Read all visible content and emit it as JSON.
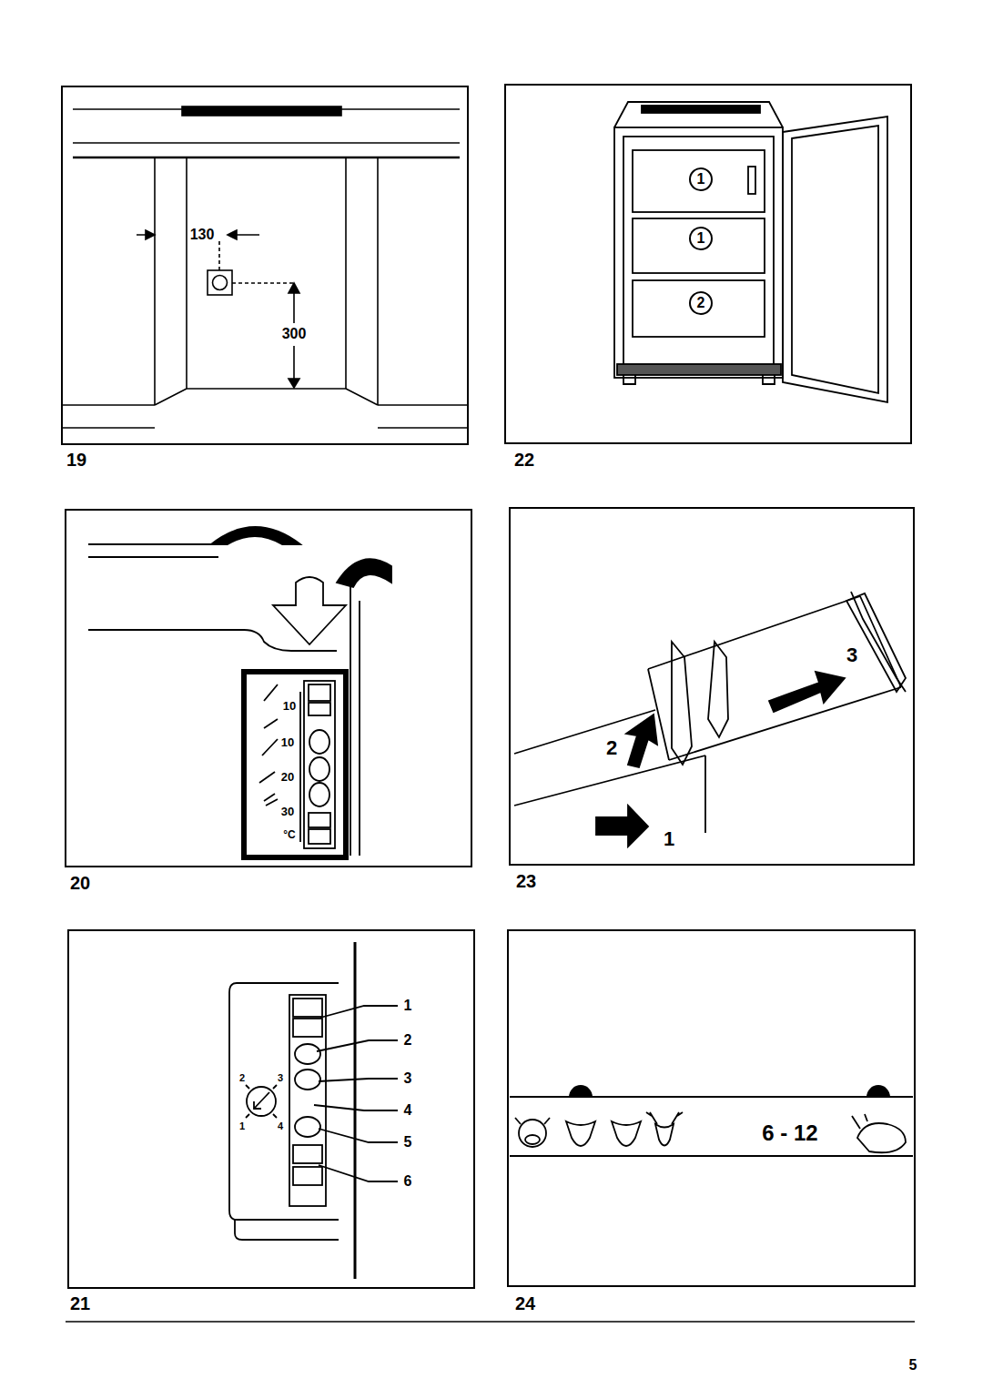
{
  "diagram": {
    "nodes": [
      {
        "text": [
          "1"
        ]
      },
      {
        "text": [
          "1"
        ]
      },
      {
        "text": [
          "2"
        ]
      }
    ],
    "labels": [
      "130",
      "300",
      "19",
      "22",
      "10",
      "10",
      "20",
      "30",
      "°C",
      "20",
      "2",
      "1",
      "3",
      "23",
      "2",
      "3",
      "1",
      "4",
      "1",
      "2",
      "3",
      "4",
      "5",
      "6",
      "21",
      "6 - 12",
      "24",
      "5"
    ]
  }
}
